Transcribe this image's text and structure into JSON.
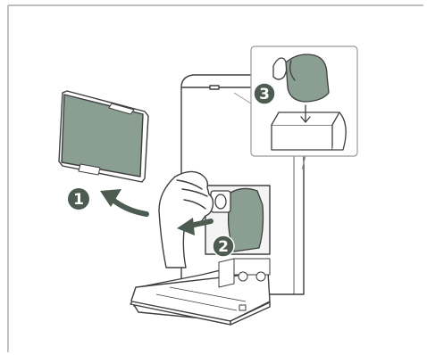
{
  "colors": {
    "line": "#3e3e3e",
    "fill_green": "#8a9e92",
    "fill_green_dark": "#6f8677",
    "badge": "#4d5b51",
    "frame": "#9a9a9a",
    "background": "#ffffff"
  },
  "steps": [
    {
      "number": "1",
      "description_icon": "cover-removal-arrow-icon"
    },
    {
      "number": "2",
      "description_icon": "bag-pull-arrow-icon"
    },
    {
      "number": "3",
      "description_icon": "bag-disposal-icon"
    }
  ]
}
